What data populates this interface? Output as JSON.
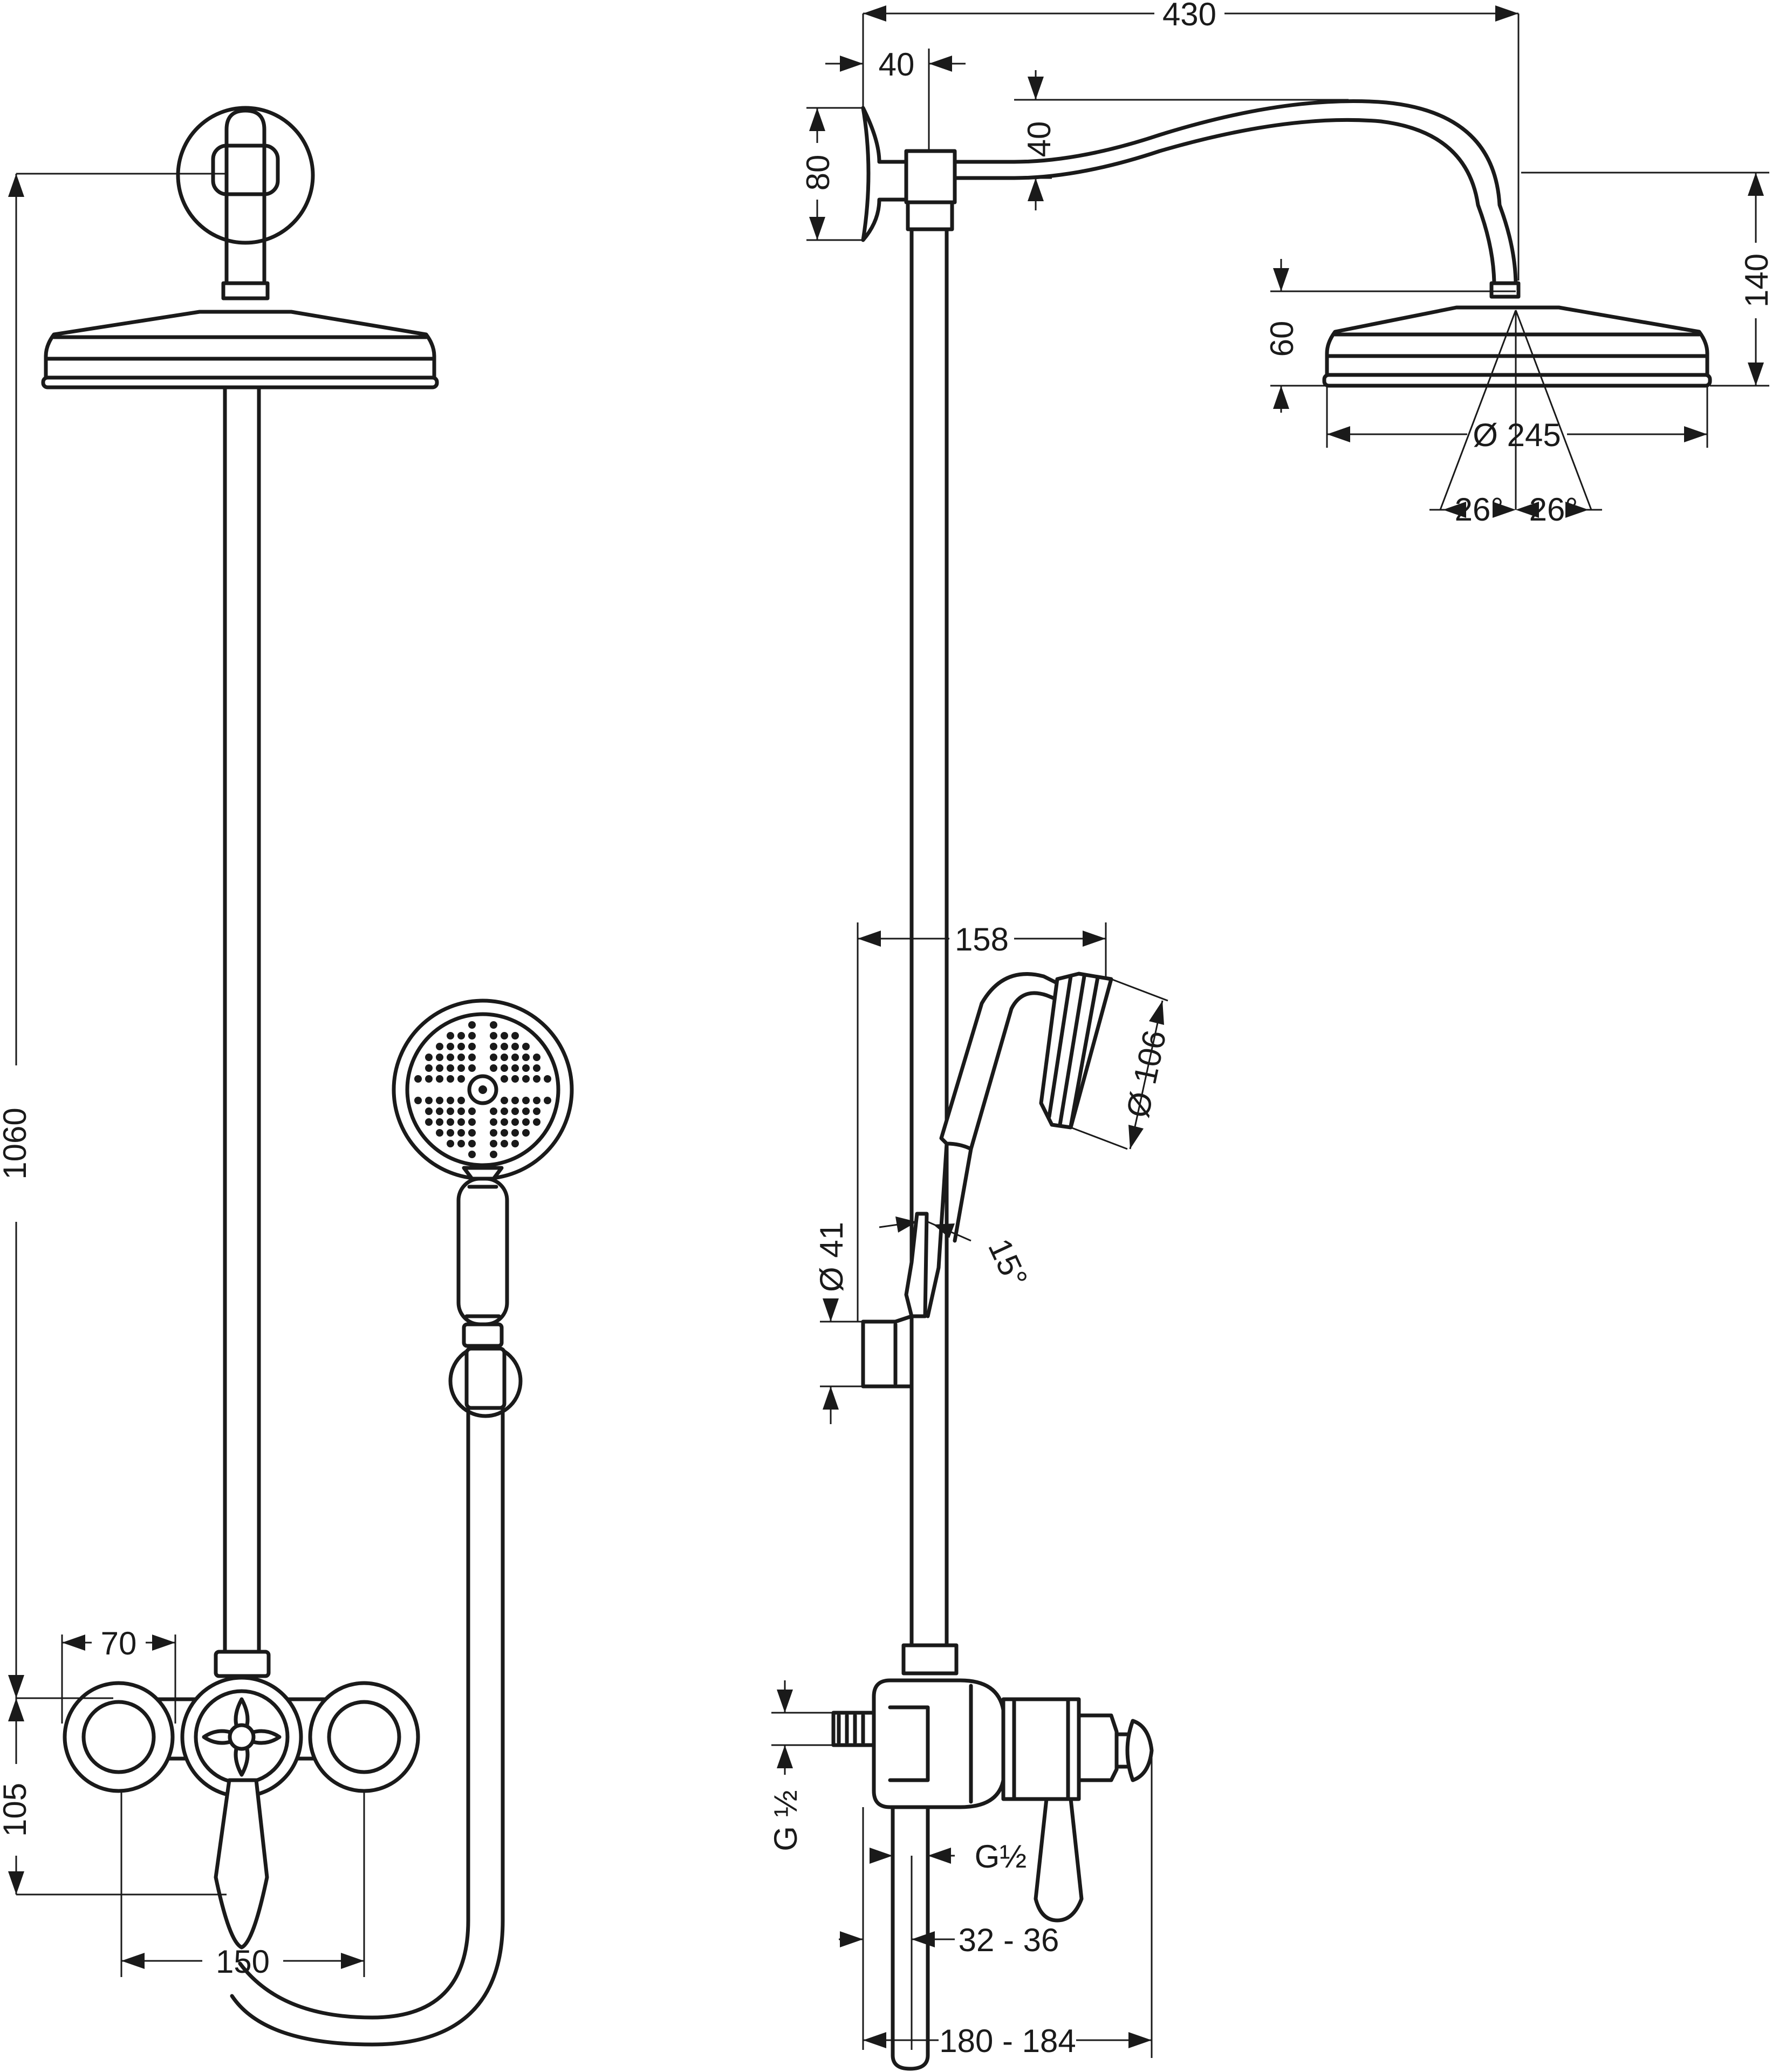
{
  "drawing": {
    "type": "technical-drawing",
    "subject": "shower system dimensions",
    "front_view": {
      "dim_total_height": "1060",
      "dim_valve_height": "105",
      "dim_handle_spacing": "70",
      "dim_valve_centers": "150"
    },
    "side_view": {
      "dim_arm_projection": "430",
      "dim_wall_offset": "40",
      "dim_arm_height": "40",
      "dim_bracket_height": "80",
      "dim_head_drop": "140",
      "dim_head_height": "60",
      "dim_head_diameter": "Ø 245",
      "dim_spray_angle_left": "26°",
      "dim_spray_angle_right": "26°",
      "dim_hand_reach": "158",
      "dim_hand_diameter": "Ø 106",
      "dim_holder_diameter": "Ø 41",
      "dim_tilt_angle": "15°",
      "dim_inlet_thread": "G ½",
      "dim_outlet_thread": "G½",
      "dim_inlet_range": "32 - 36",
      "dim_total_depth": "180 - 184"
    }
  }
}
